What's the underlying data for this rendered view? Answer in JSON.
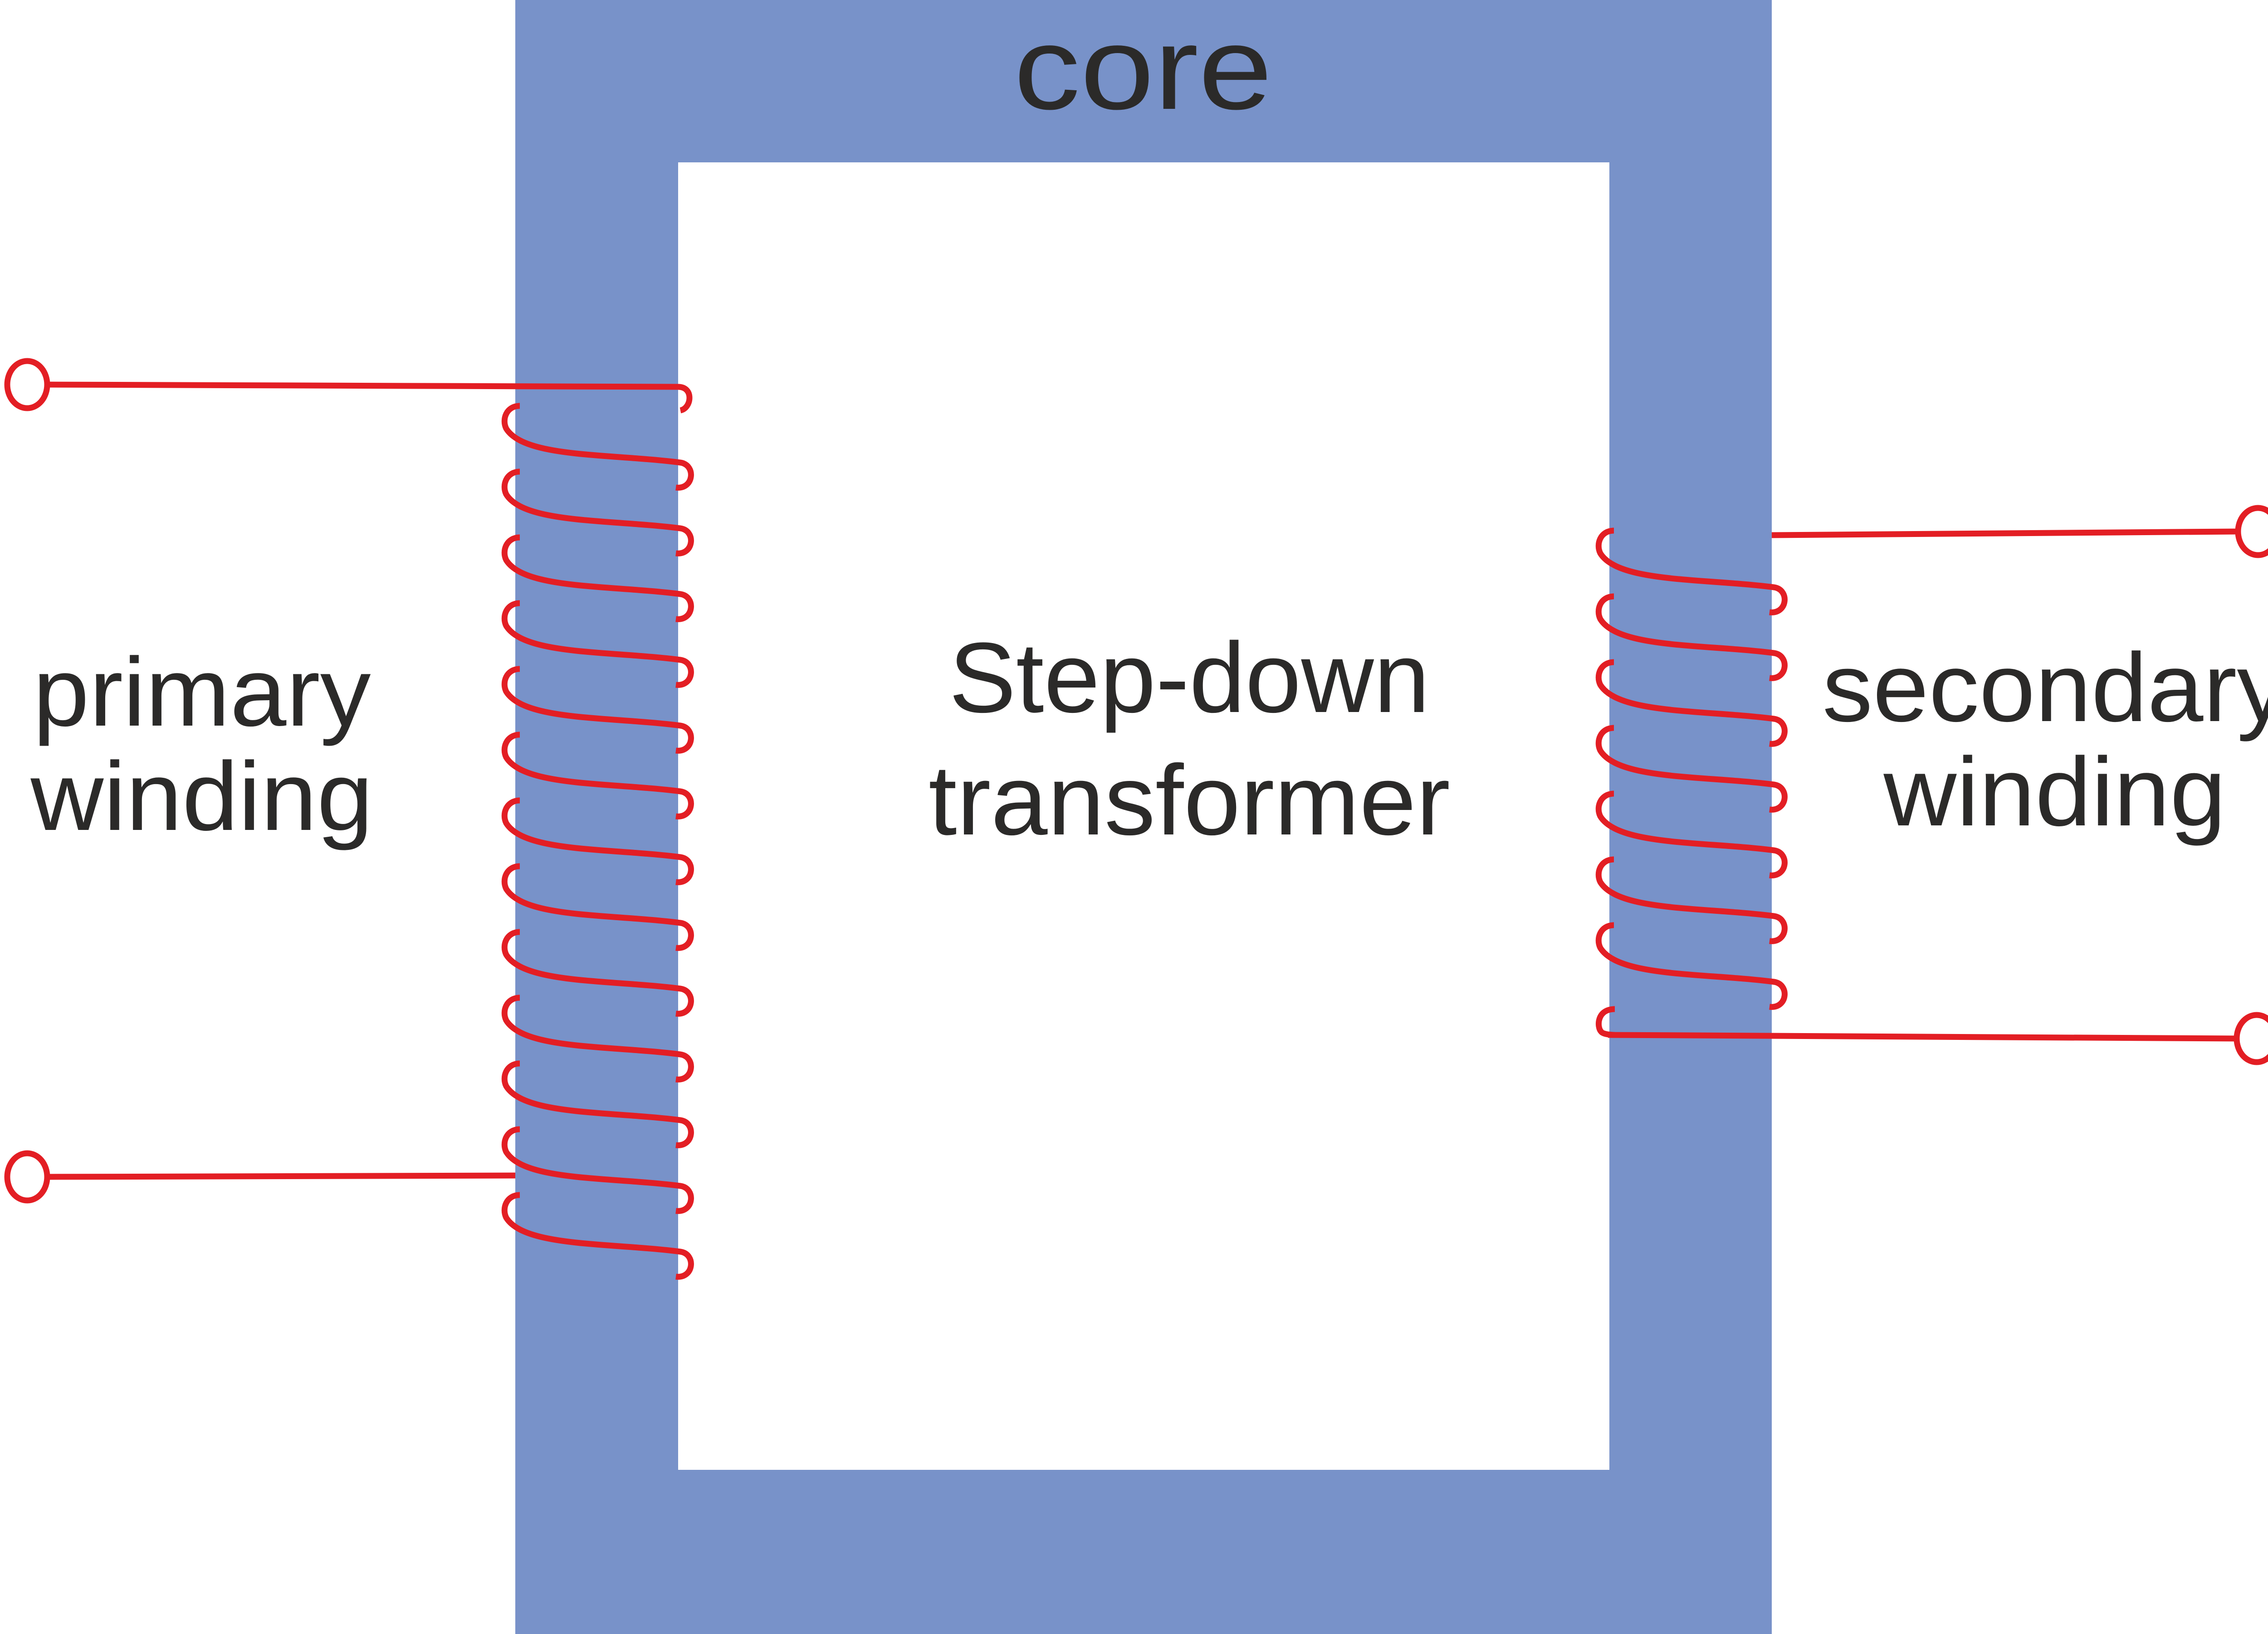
{
  "diagram": {
    "title": "Step-down transformer",
    "labels": {
      "core": "core",
      "center_line1": "Step-down",
      "center_line2": "transformer",
      "primary_line1": "primary",
      "primary_line2": "winding",
      "secondary_line1": "secondary",
      "secondary_line2": "winding"
    },
    "colors": {
      "core": "#7892c9",
      "wire": "#e31e24",
      "text": "#2b2a29",
      "background": "#ffffff"
    },
    "primary_winding": {
      "turns": 13,
      "terminals": 2
    },
    "secondary_winding": {
      "turns": 7,
      "terminals": 2
    }
  }
}
